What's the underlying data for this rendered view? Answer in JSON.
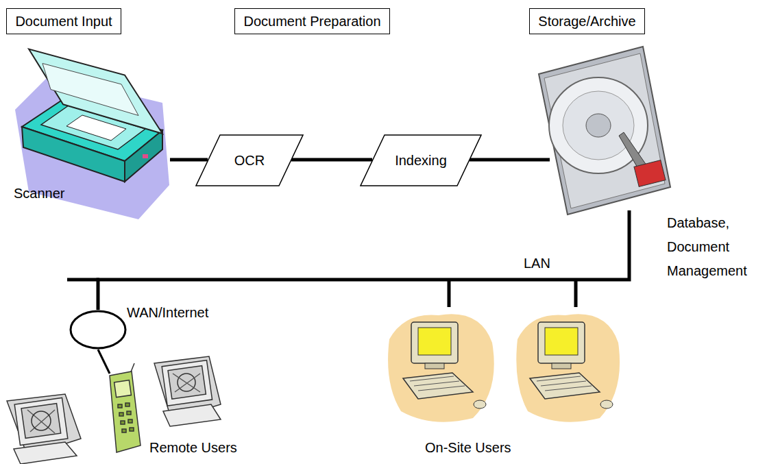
{
  "diagram": {
    "nodes": [
      {
        "text": [
          "Document Input"
        ]
      },
      {
        "text": [
          "Document Preparation"
        ]
      },
      {
        "text": [
          "Storage/Archive"
        ]
      },
      {
        "text": [
          "Scanner"
        ]
      },
      {
        "text": [
          "OCR"
        ]
      },
      {
        "text": [
          "Indexing"
        ]
      },
      {
        "text": [
          "Database, Document Management"
        ]
      },
      {
        "text": [
          "WAN/Internet"
        ]
      }
    ],
    "edges": [
      {
        "from": 3,
        "to": 4,
        "arrow": "none"
      },
      {
        "from": 4,
        "to": 5,
        "arrow": "none"
      },
      {
        "from": 5,
        "to": 6,
        "arrow": "none"
      },
      {
        "from": 6,
        "to": 7,
        "label": "LAN",
        "arrow": "none"
      }
    ],
    "labels": [
      "Remote Users",
      "On-Site Users"
    ]
  }
}
